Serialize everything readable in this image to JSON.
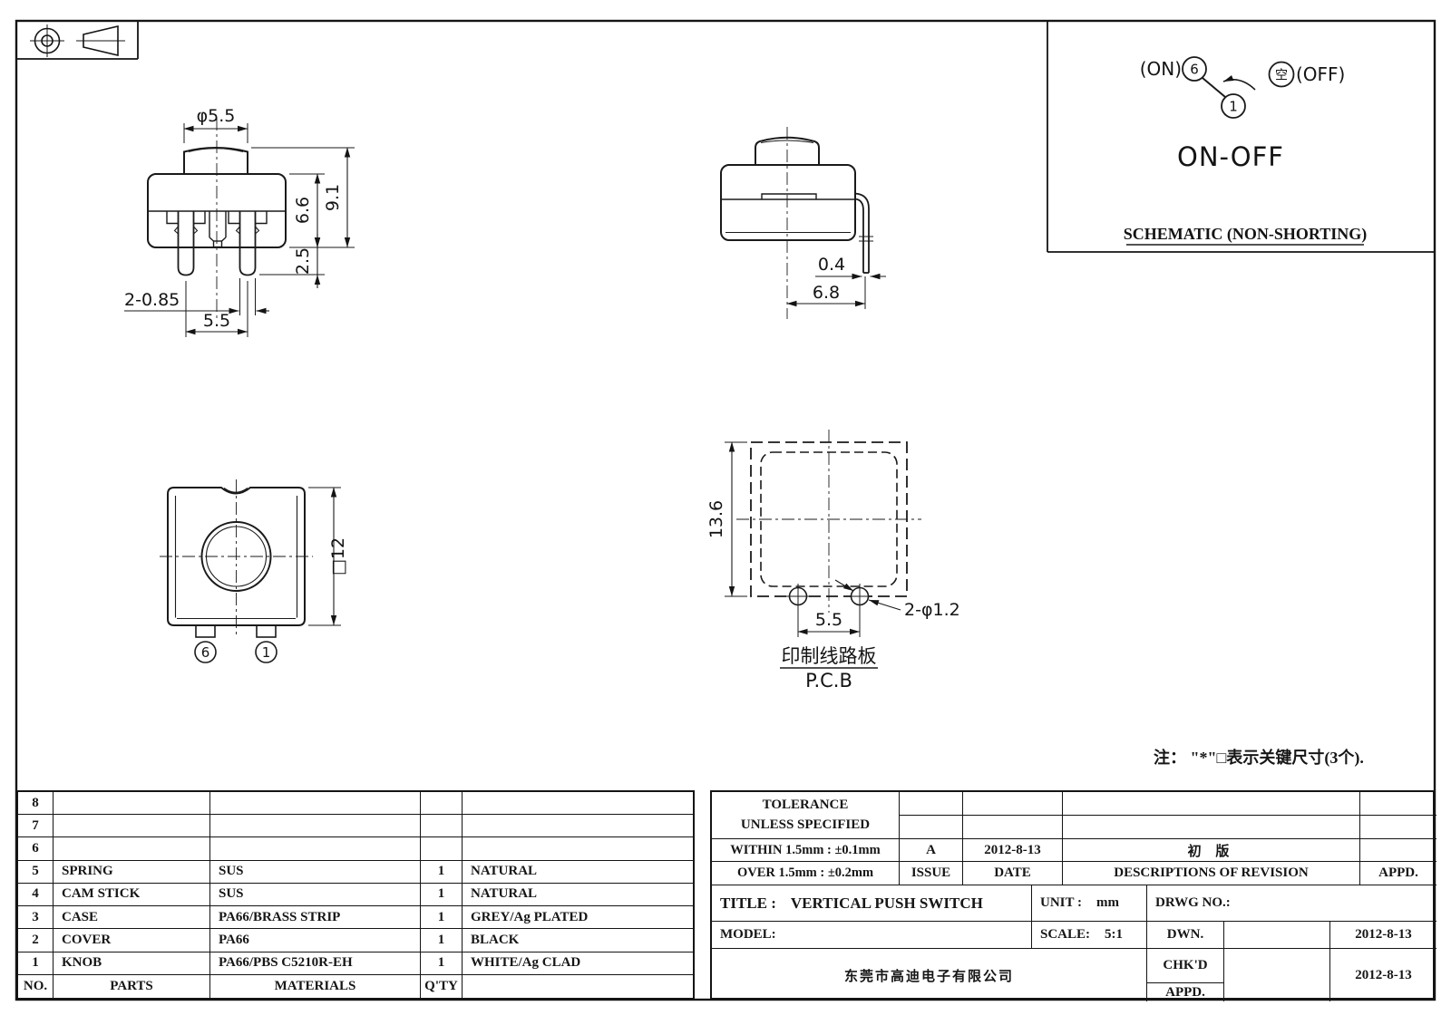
{
  "views": {
    "front": {
      "dia": "φ5.5",
      "total_height": "9.1",
      "body_height": "6.6",
      "pin_length": "2.5",
      "pin_width": "2-0.85",
      "pin_pitch": "5.5"
    },
    "side": {
      "pin_thickness": "0.4",
      "pin_offset": "6.8"
    },
    "bottom": {
      "square": "□12",
      "t6": "6",
      "t1": "1"
    },
    "pcb": {
      "height": "13.6",
      "pitch": "5.5",
      "holes": "2-φ1.2",
      "label_cn": "印制线路板",
      "label_en": "P.C.B"
    }
  },
  "schematic": {
    "on": "(ON)",
    "t6": "6",
    "t1": "1",
    "kong": "空",
    "off": "(OFF)",
    "mode": "ON-OFF",
    "caption": "SCHEMATIC (NON-SHORTING)"
  },
  "note": "注： \"*\"□表示关键尺寸(3个).",
  "parts_table": {
    "headers": {
      "no": "NO.",
      "parts": "PARTS",
      "materials": "MATERIALS",
      "qty": "Q'TY",
      "color": ""
    },
    "rows": [
      {
        "no": "8",
        "parts": "",
        "materials": "",
        "qty": "",
        "color": ""
      },
      {
        "no": "7",
        "parts": "",
        "materials": "",
        "qty": "",
        "color": ""
      },
      {
        "no": "6",
        "parts": "",
        "materials": "",
        "qty": "",
        "color": ""
      },
      {
        "no": "5",
        "parts": "SPRING",
        "materials": "SUS",
        "qty": "1",
        "color": "NATURAL"
      },
      {
        "no": "4",
        "parts": "CAM STICK",
        "materials": "SUS",
        "qty": "1",
        "color": "NATURAL"
      },
      {
        "no": "3",
        "parts": "CASE",
        "materials": "PA66/BRASS STRIP",
        "qty": "1",
        "color": "GREY/Ag PLATED"
      },
      {
        "no": "2",
        "parts": "COVER",
        "materials": "PA66",
        "qty": "1",
        "color": "BLACK"
      },
      {
        "no": "1",
        "parts": "KNOB",
        "materials": "PA66/PBS C5210R-EH",
        "qty": "1",
        "color": "WHITE/Ag CLAD"
      }
    ]
  },
  "title_block": {
    "tolerance_line1": "TOLERANCE",
    "tolerance_line2": "UNLESS  SPECIFIED",
    "within": "WITHIN 1.5mm : ±0.1mm",
    "over": "OVER 1.5mm : ±0.2mm",
    "issue_value": "A",
    "issue_label": "ISSUE",
    "date_value": "2012-8-13",
    "date_label": "DATE",
    "revision_value": "初  版",
    "revision_label": "DESCRIPTIONS  OF  REVISION",
    "appd_label": "APPD.",
    "title_label": "TITLE :",
    "title_value": "VERTICAL  PUSH  SWITCH",
    "unit_label": "UNIT :",
    "unit_value": "mm",
    "drwg_label": "DRWG  NO.:",
    "model_label": "MODEL:",
    "scale_label": "SCALE:",
    "scale_value": "5:1",
    "company": "东莞市高迪电子有限公司",
    "dwn_label": "DWN.",
    "chkd_label": "CHK'D",
    "appd2_label": "APPD.",
    "dwn_date": "2012-8-13",
    "chkd_date": "2012-8-13"
  }
}
